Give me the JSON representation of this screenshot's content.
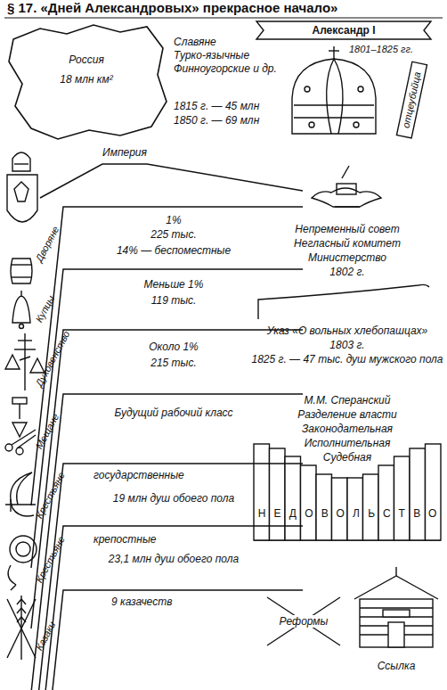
{
  "diagram": {
    "title": "§ 17. «Дней Александровых» прекрасное начало»",
    "nodes": [
      {
        "text": [
          "Россия",
          "18 млн км²"
        ]
      },
      {
        "text": [
          "Империя"
        ]
      },
      {
        "text": [
          "Дворяне",
          "1%",
          "225 тыс.",
          "14% — беспоместные"
        ]
      },
      {
        "text": [
          "Купцы",
          "Меньше 1%",
          "119 тыс."
        ]
      },
      {
        "text": [
          "Духовенство",
          "Около 1%",
          "215 тыс."
        ]
      },
      {
        "text": [
          "Мещане",
          "Будущий рабочий класс"
        ]
      },
      {
        "text": [
          "Крестьяне",
          "государственные",
          "19 млн душ обоего пола"
        ]
      },
      {
        "text": [
          "Крестьяне",
          "крепостные",
          "23,1 млн душ обоего пола"
        ]
      },
      {
        "text": [
          "Казаки",
          "9 казачеств"
        ]
      },
      {
        "text": [
          "Александр I"
        ]
      }
    ],
    "labels": [
      "Славяне",
      "Турко-язычные",
      "Финноугорские и др.",
      "1815 г. — 45 млн",
      "1850 г. — 69 млн",
      "1801–1825 гг.",
      "отцеубийца",
      "Непременный совет",
      "Негласный комитет",
      "Министерство",
      "1802 г.",
      "Указ «О вольных хлебопашцах»",
      "1803 г.",
      "1825 г. — 47 тыс. душ мужского пола",
      "М.М. Сперанский",
      "Разделение власти",
      "Законодательная",
      "Исполнительная",
      "Судебная",
      "НЕДОВОЛЬСТВО",
      "Реформы",
      "Ссылка"
    ]
  }
}
